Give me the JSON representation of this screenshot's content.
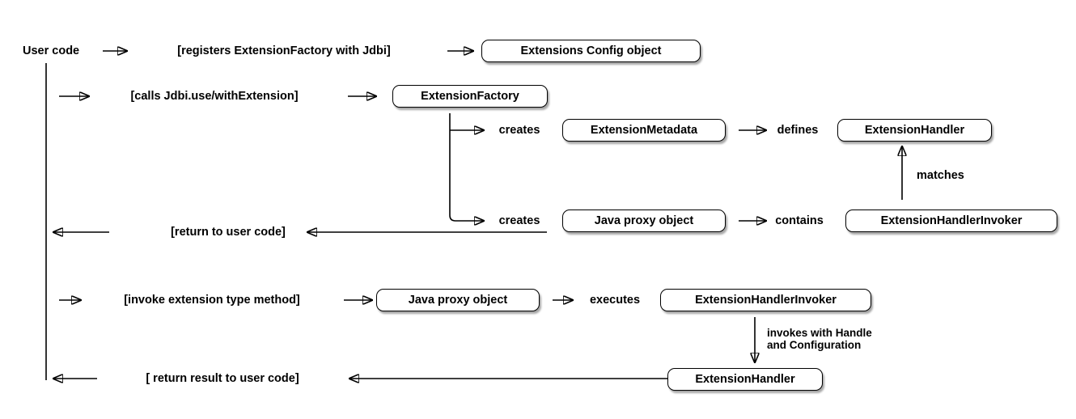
{
  "diagram": {
    "actor": {
      "label": "User code"
    },
    "register_flow": {
      "message": "[registers ExtensionFactory with Jdbi]",
      "target_node": "Extensions Config object"
    },
    "call_flow": {
      "message": "[calls Jdbi.use/withExtension]",
      "target_node": "ExtensionFactory"
    },
    "factory_branch": {
      "creates_metadata_label": "creates",
      "metadata_node": "ExtensionMetadata",
      "defines_label": "defines",
      "handler_node": "ExtensionHandler",
      "matches_label": "matches",
      "creates_proxy_label": "creates",
      "proxy_node": "Java proxy object",
      "contains_label": "contains",
      "invoker_node": "ExtensionHandlerInvoker"
    },
    "return_flow": {
      "message": "[return to user code]"
    },
    "invoke_flow": {
      "message": "[invoke extension type method]",
      "proxy_node": "Java proxy object",
      "executes_label": "executes",
      "invoker_node": "ExtensionHandlerInvoker",
      "invokes_note_line1": "invokes with Handle",
      "invokes_note_line2": "and Configuration",
      "handler_node": "ExtensionHandler"
    },
    "return_result_flow": {
      "message": "[ return result to user code]"
    }
  },
  "colors": {
    "background": "#ffffff",
    "line": "#000000",
    "text": "#000000",
    "node_fill": "#ffffff",
    "node_border": "#000000",
    "node_shadow": "rgba(0,0,0,0.35)"
  }
}
